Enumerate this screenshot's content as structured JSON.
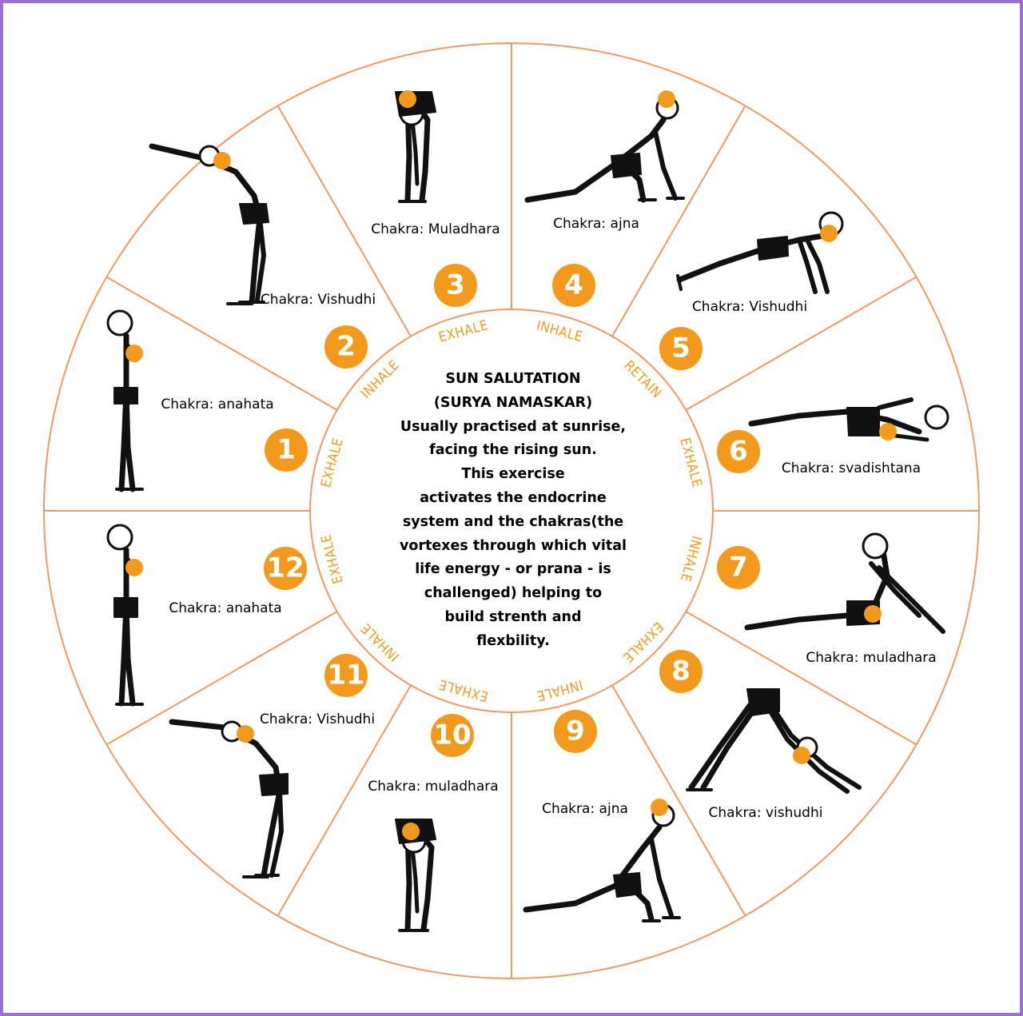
{
  "diagram": {
    "colors": {
      "accent": "#f39a1c",
      "line": "#ee9a60",
      "border": "#9a6fd6",
      "figure": "#111111"
    },
    "center": {
      "lines": [
        "SUN SALUTATION",
        "(SURYA NAMASKAR)",
        "Usually practised at sunrise,",
        "facing the rising sun.",
        "This exercise",
        "activates the endocrine",
        "system and the chakras(the",
        "vortexes through which vital",
        "life energy - or prana - is",
        "challenged) helping to",
        "build strenth and",
        "flexbility."
      ]
    },
    "breath": [
      "EXHALE",
      "INHALE",
      "EXHALE",
      "INHALE",
      "RETAIN",
      "EXHALE",
      "INHALE",
      "EXHALE",
      "INHALE",
      "EXHALE",
      "INHALE",
      "EXHALE"
    ],
    "steps": [
      {
        "number": "1",
        "chakra": "Chakra: anahata",
        "pose": "standing-pose-icon"
      },
      {
        "number": "2",
        "chakra": "Chakra: Vishudhi",
        "pose": "backbend-pose-icon"
      },
      {
        "number": "3",
        "chakra": "Chakra: Muladhara",
        "pose": "forward-fold-pose-icon"
      },
      {
        "number": "4",
        "chakra": "Chakra: ajna",
        "pose": "lunge-pose-icon"
      },
      {
        "number": "5",
        "chakra": "Chakra: Vishudhi",
        "pose": "plank-pose-icon"
      },
      {
        "number": "6",
        "chakra": "Chakra: svadishtana",
        "pose": "eight-limbs-pose-icon"
      },
      {
        "number": "7",
        "chakra": "Chakra: muladhara",
        "pose": "cobra-pose-icon"
      },
      {
        "number": "8",
        "chakra": "Chakra: vishudhi",
        "pose": "downward-dog-pose-icon"
      },
      {
        "number": "9",
        "chakra": "Chakra: ajna",
        "pose": "lunge-pose-icon"
      },
      {
        "number": "10",
        "chakra": "Chakra: muladhara",
        "pose": "forward-fold-pose-icon"
      },
      {
        "number": "11",
        "chakra": "Chakra: Vishudhi",
        "pose": "backbend-pose-icon"
      },
      {
        "number": "12",
        "chakra": "Chakra: anahata",
        "pose": "standing-pose-icon"
      }
    ]
  }
}
